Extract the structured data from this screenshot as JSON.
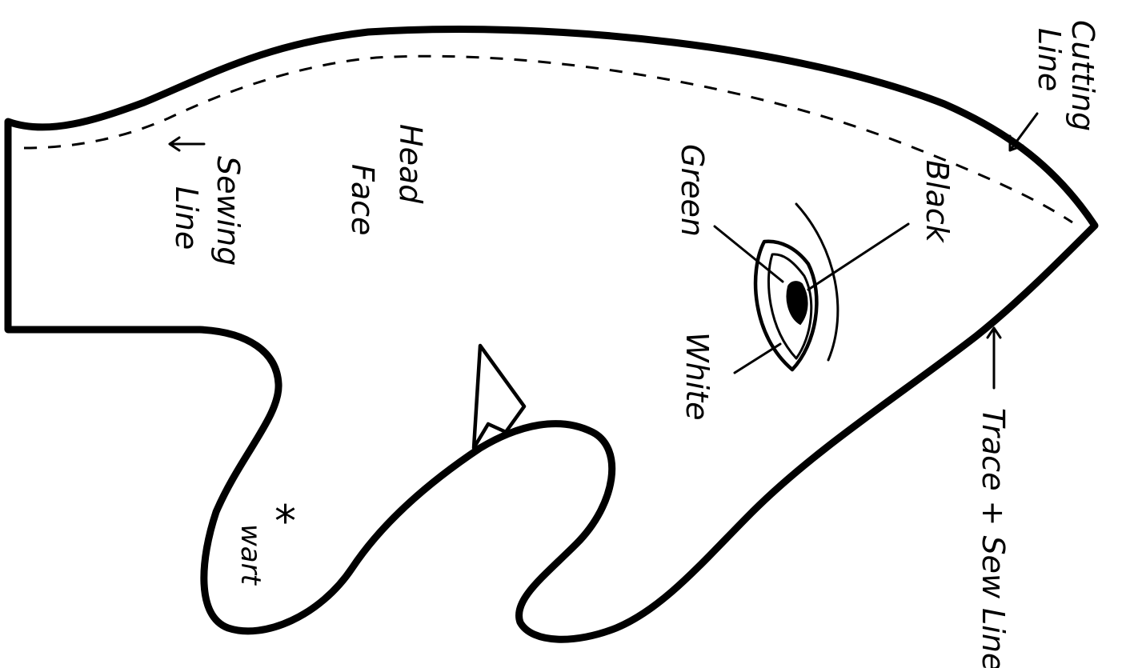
{
  "labels": {
    "cutting_line": [
      "Cutting",
      "Line"
    ],
    "sewing_line": [
      "Sewing",
      "Line"
    ],
    "head_face": [
      "Head",
      "Face"
    ],
    "green": "Green",
    "black": "Black",
    "white": "White",
    "trace_sew_line": "Trace + Sew Line",
    "wart": "wart",
    "wart_marker": "*"
  },
  "colors": {
    "ink": "#000000",
    "paper": "#ffffff"
  }
}
